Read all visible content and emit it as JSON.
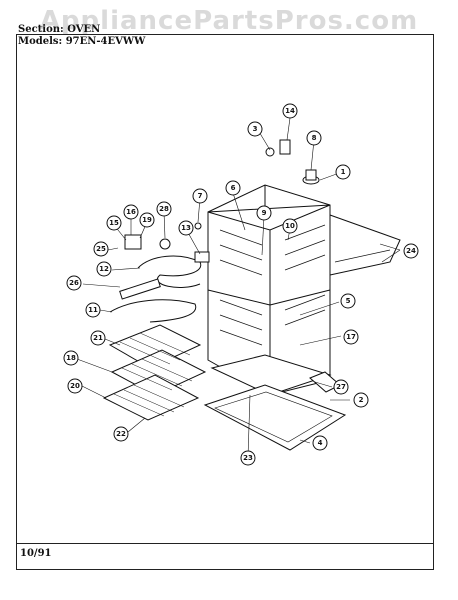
{
  "watermark": "AppliancePartsPros.com",
  "header": {
    "section_line": "Section: OVEN",
    "models_line": "Models: 97EN-4EVWW"
  },
  "footer": {
    "date": "10/91"
  },
  "callouts": [
    "1",
    "2",
    "3",
    "4",
    "5",
    "6",
    "7",
    "8",
    "9",
    "10",
    "11",
    "12",
    "13",
    "14",
    "15",
    "16",
    "17",
    "18",
    "19",
    "20",
    "21",
    "22",
    "23",
    "24",
    "25",
    "26",
    "27",
    "28"
  ]
}
